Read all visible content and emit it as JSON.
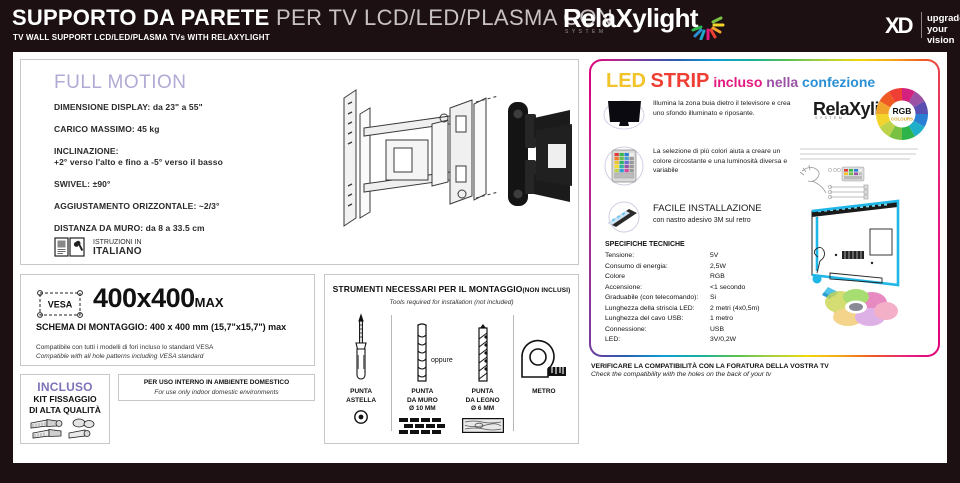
{
  "header": {
    "title_bold": "SUPPORTO DA PARETE",
    "title_light": " PER TV LCD/LED/PLASMA CON",
    "subtitle": "TV WALL SUPPORT LCD/LED/PLASMA TVs WITH RELAXYLIGHT",
    "brand_word": "RelaXylight",
    "brand_system": "SYSTEM",
    "logo_mark": "XD",
    "logo_tag_line1": "upgrade",
    "logo_tag_line2": "your vision",
    "bg_color": "#1c1012"
  },
  "full_motion": {
    "title": "FULL MOTION",
    "title_color": "#b0abd4",
    "specs": [
      "DIMENSIONE DISPLAY: da 23\" a 55\"",
      "CARICO MASSIMO: 45 kg",
      "INCLINAZIONE:",
      "+2° verso l'alto e fino a -5° verso il basso",
      "SWIVEL: ±90°",
      "AGGIUSTAMENTO ORIZZONTALE: ~2/3°",
      "DISTANZA DA MURO: da 8 a 33.5 cm"
    ],
    "manual_small": "ISTRUZIONI IN",
    "manual_big": "ITALIANO",
    "manual_icon": "booklet-wrench-icon"
  },
  "vesa": {
    "badge_label": "VESA",
    "size": "400x400",
    "size_suffix": "MAX",
    "scheme": "SCHEMA DI MONTAGGIO: 400 x 400 mm (15,7\"x15,7\") max",
    "compat_it": "Compatibile con tutti i modelli di fori incluso lo standard VESA",
    "compat_en": "Compatible with all hole patterns including VESA standard"
  },
  "incluso": {
    "title": "INCLUSO",
    "title_color": "#7d73b8",
    "line1": "KIT FISSAGGIO",
    "line2": "DI ALTA QUALITÀ",
    "art": "screws-and-anchors-icon"
  },
  "indoor": {
    "it": "PER USO INTERNO IN AMBIENTE DOMESTICO",
    "en": "For use only indoor domestic environments"
  },
  "tools": {
    "title": "STRUMENTI NECESSARI PER IL MONTAGGIO",
    "title_suffix": "(NON INCLUSI)",
    "subtitle": "Tools required for installation (not included)",
    "or_label": "oppure",
    "items": [
      {
        "label": "PUNTA\nASTELLA",
        "icon": "screwdriver-icon",
        "material": "screw-head-icon"
      },
      {
        "label": "PUNTA\nDA MURO\nØ 10 MM",
        "icon": "masonry-drill-bit-icon",
        "material": "brick-wall-icon"
      },
      {
        "label": "PUNTA\nDA LEGNO\nØ 6 MM",
        "icon": "wood-drill-bit-icon",
        "material": "wood-plank-icon"
      },
      {
        "label": "METRO",
        "icon": "tape-measure-icon",
        "material": ""
      }
    ]
  },
  "led_strip": {
    "head_1": "LED",
    "head_2": "STRIP",
    "head_3": "incluso",
    "head_4": " nella",
    "head_5": " confezione",
    "brand_word": "RelaXylight",
    "brand_system": "SYSTEM",
    "rgb_badge_line1": "RGB",
    "rgb_badge_line2": "COLOURS",
    "bullets": [
      {
        "icon": "tv-screen-icon",
        "text": "Illumina la zona buia dietro il televisore e crea uno sfondo illuminato e riposante."
      },
      {
        "icon": "remote-control-icon",
        "text": "La selezione di più colori aiuta a creare un colore circostante e una luminosità diversa e variabile"
      },
      {
        "icon": "led-tape-icon",
        "title": "FACILE INSTALLAZIONE",
        "text": "con nastro adesivo 3M sul retro"
      }
    ],
    "specs_title": "SPECIFICHE TECNICHE",
    "specs": [
      {
        "key": "Tensione:",
        "value": "5V"
      },
      {
        "key": "Consumo di energia:",
        "value": "2,5W"
      },
      {
        "key": "Colore",
        "value": "RGB"
      },
      {
        "key": "Accensione:",
        "value": "<1 secondo"
      },
      {
        "key": "Graduabile (con telecomando):",
        "value": "Si"
      },
      {
        "key": "Lunghezza della striscia LED:",
        "value": "2 metri (4x0,5m)"
      },
      {
        "key": "Lunghezza del cavo USB:",
        "value": "1 metro"
      },
      {
        "key": "Connessione:",
        "value": "USB"
      },
      {
        "key": "LED:",
        "value": "3V/0,2W"
      }
    ],
    "diagram": "tv-back-with-led-strip-icon"
  },
  "verify": {
    "it": "VERIFICARE LA COMPATIBILITÀ CON LA FORATURA DELLA VOSTRA TV",
    "en": "Check the compatibility with the holes on the back of your tv"
  }
}
